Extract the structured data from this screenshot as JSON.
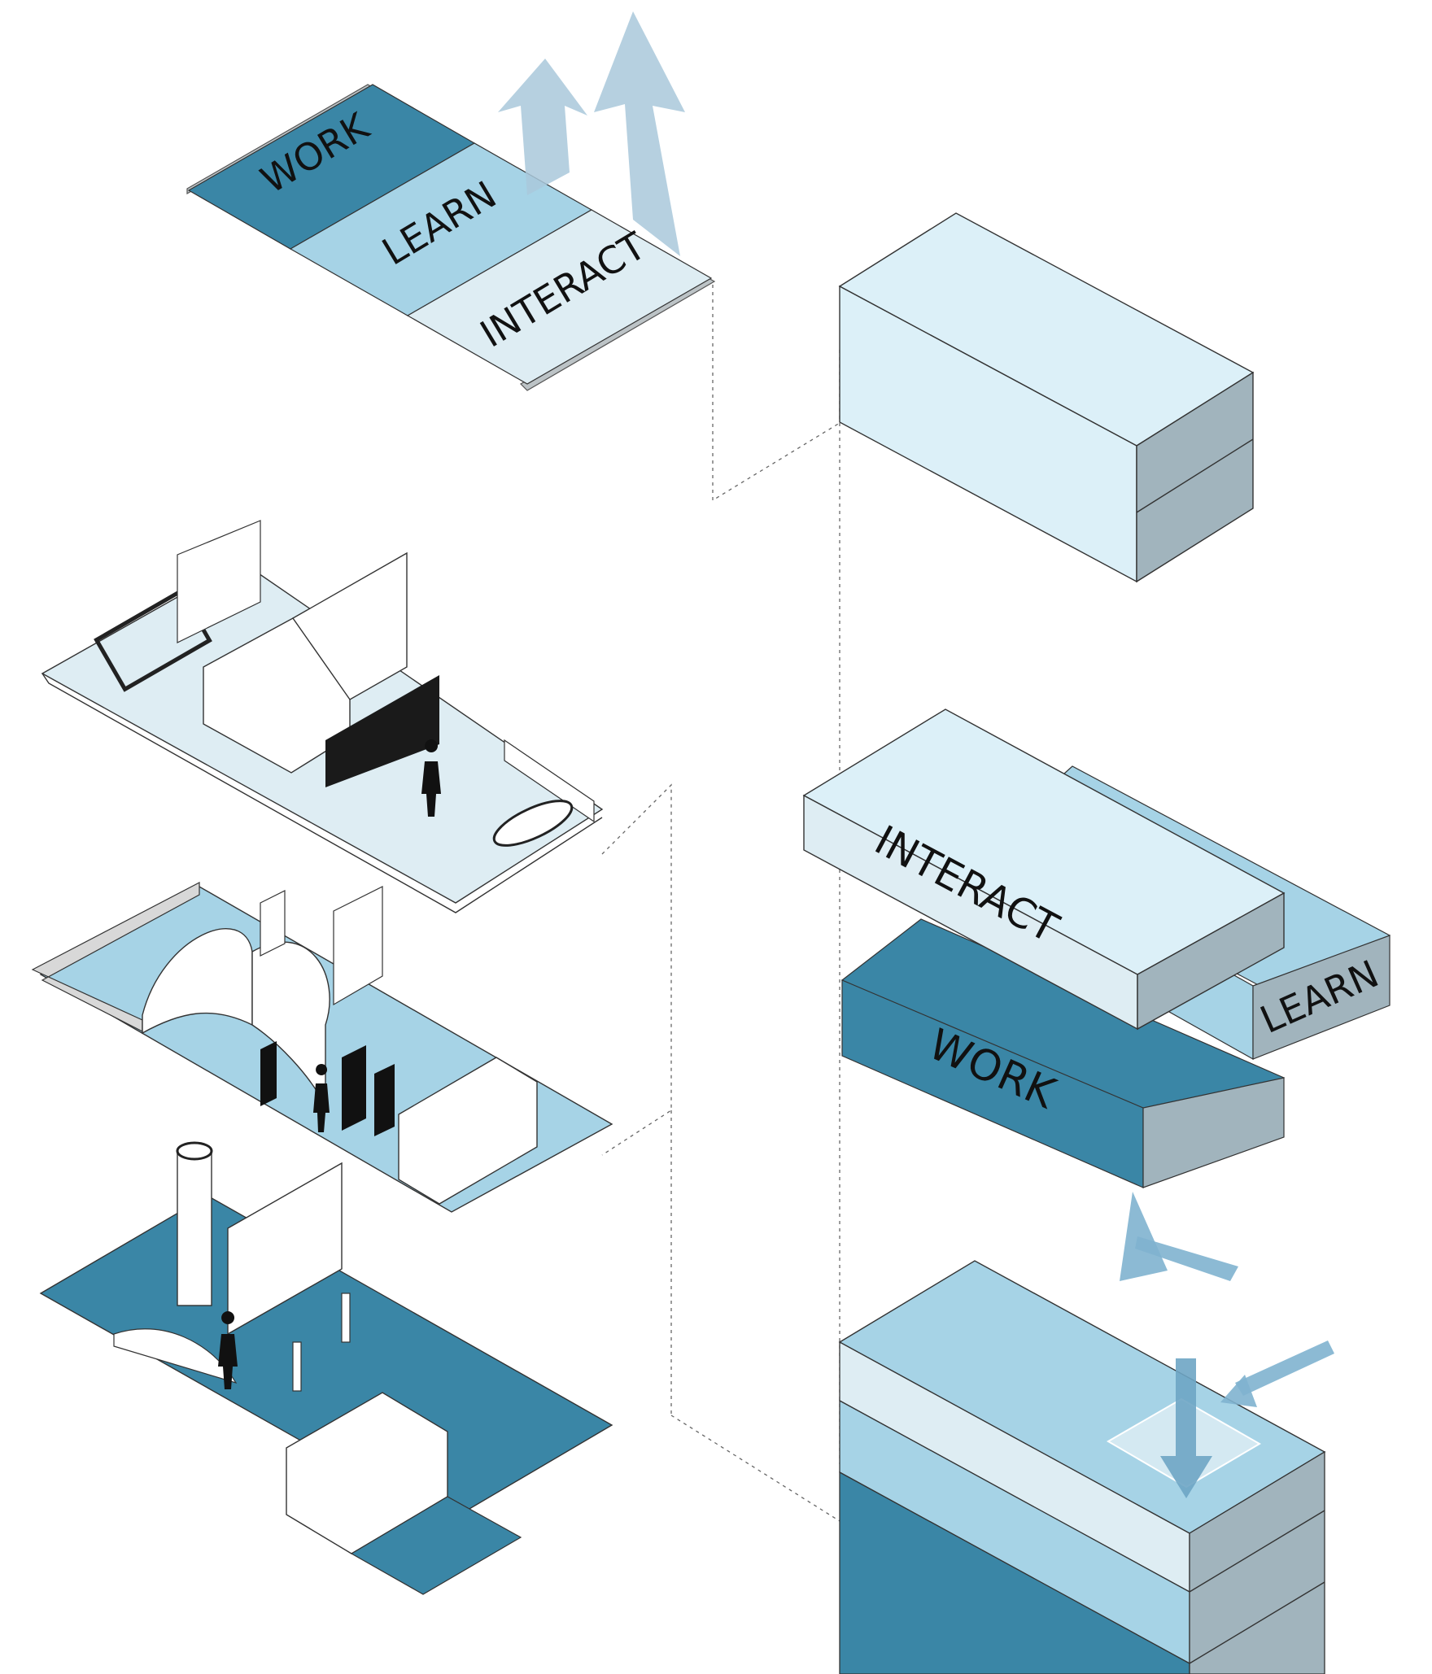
{
  "zones": {
    "work": "WORK",
    "learn": "LEARN",
    "interact": "INTERACT"
  },
  "colors": {
    "work": "#3a86a6",
    "learn": "#a6d3e6",
    "interact": "#deedf3",
    "plain_top": "#dcf0f8",
    "side_grey": "#a1b4bd",
    "arrow": "#7fb3cf"
  }
}
